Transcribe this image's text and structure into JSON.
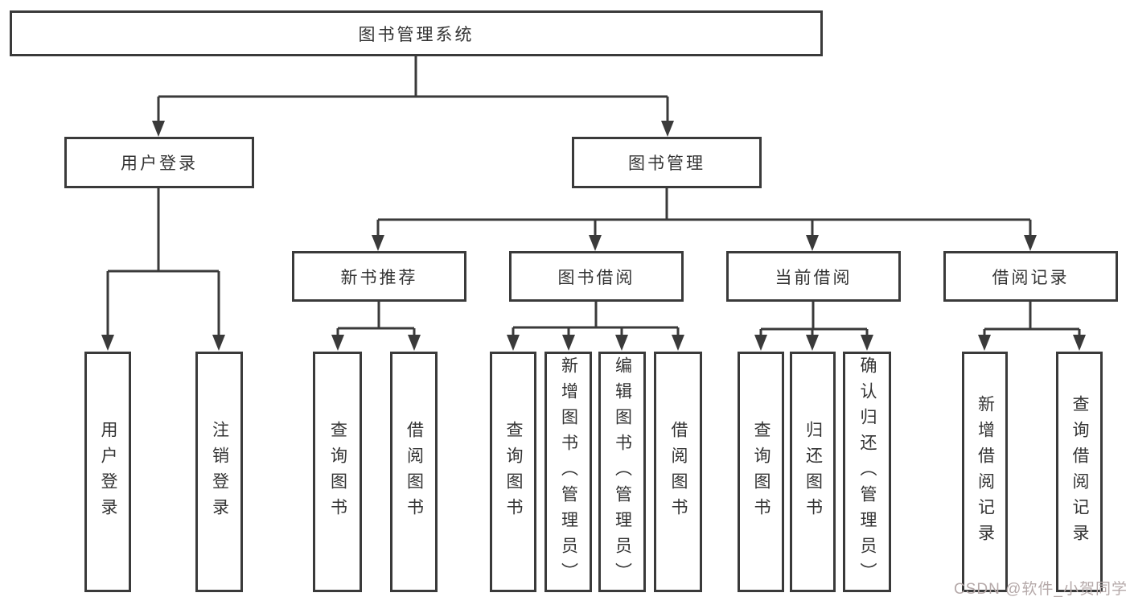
{
  "colors": {
    "background": "#ffffff",
    "line": "#3a3a3a",
    "box_border": "#3a3a3a",
    "text": "#333333",
    "watermark": "#b5a9a9"
  },
  "watermark": {
    "text": "CSDN @软件_小贺同学"
  },
  "tree": {
    "root": {
      "label": "图书管理系统",
      "children": [
        {
          "label": "用户登录",
          "children": [
            {
              "label": "用户登录"
            },
            {
              "label": "注销登录"
            }
          ]
        },
        {
          "label": "图书管理",
          "children": [
            {
              "label": "新书推荐",
              "children": [
                {
                  "label": "查询图书"
                },
                {
                  "label": "借阅图书"
                }
              ]
            },
            {
              "label": "图书借阅",
              "children": [
                {
                  "label": "查询图书"
                },
                {
                  "label": "新增图书（管理员）"
                },
                {
                  "label": "编辑图书（管理员）"
                },
                {
                  "label": "借阅图书"
                }
              ]
            },
            {
              "label": "当前借阅",
              "children": [
                {
                  "label": "查询图书"
                },
                {
                  "label": "归还图书"
                },
                {
                  "label": "确认归还（管理员）"
                }
              ]
            },
            {
              "label": "借阅记录",
              "children": [
                {
                  "label": "新增借阅记录"
                },
                {
                  "label": "查询借阅记录"
                }
              ]
            }
          ]
        }
      ]
    }
  }
}
